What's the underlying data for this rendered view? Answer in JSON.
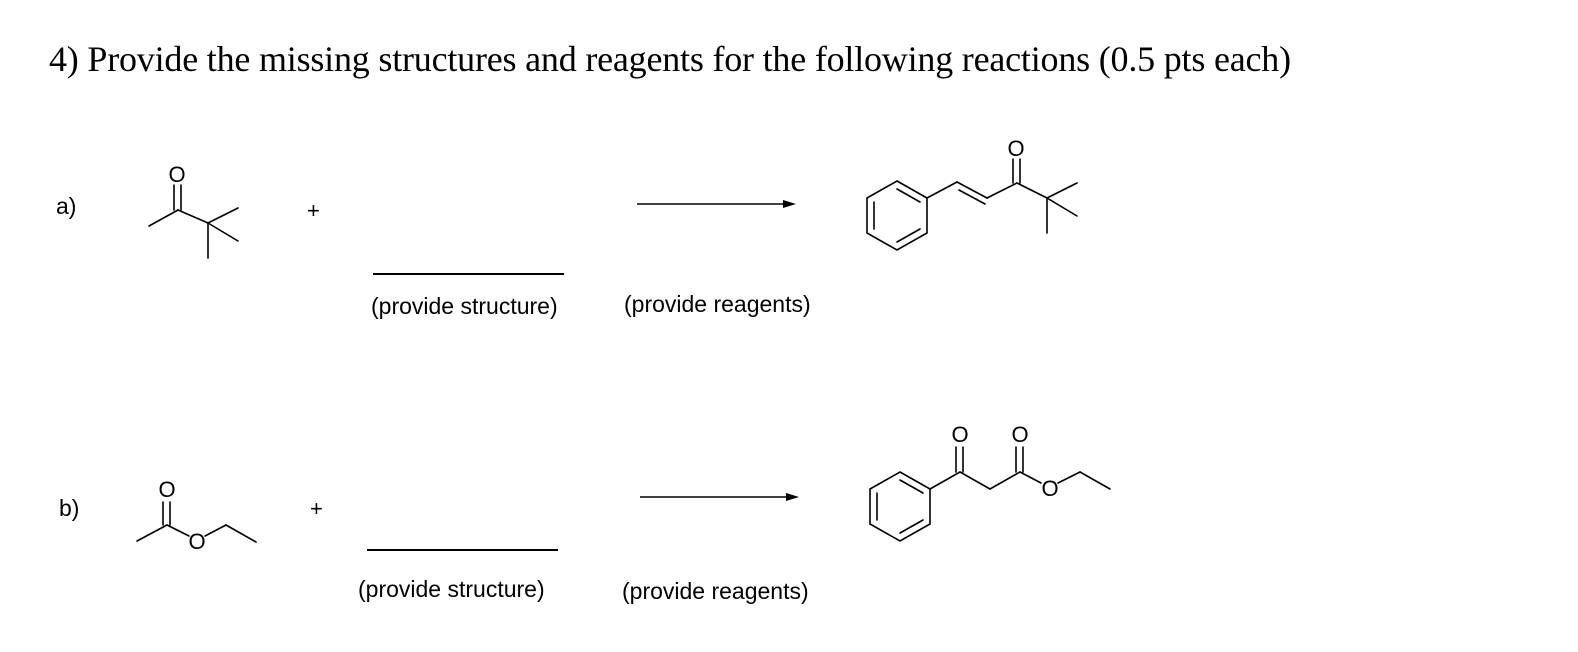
{
  "question": {
    "title": "4) Provide the missing structures and reagents for the following reactions (0.5 pts each)"
  },
  "reactions": [
    {
      "label": "a)",
      "plus": "+",
      "structure_hint": "(provide structure)",
      "reagents_hint": "(provide reagents)",
      "reactant_atoms": [
        "O"
      ],
      "product_atoms": [
        "O"
      ]
    },
    {
      "label": "b)",
      "plus": "+",
      "structure_hint": "(provide structure)",
      "reagents_hint": "(provide reagents)",
      "reactant_atoms": [
        "O",
        "O"
      ],
      "product_atoms": [
        "O",
        "O",
        "O"
      ]
    }
  ]
}
